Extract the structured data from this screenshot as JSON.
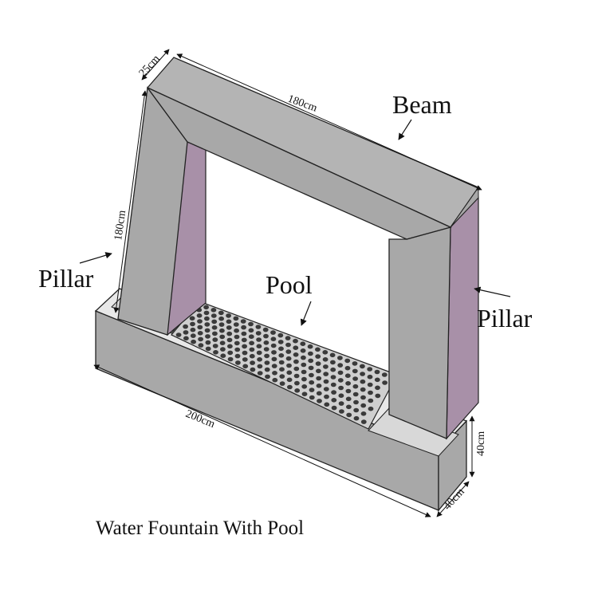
{
  "labels": {
    "beam": "Beam",
    "pool": "Pool",
    "pillar_left": "Pillar",
    "pillar_right": "Pillar"
  },
  "dimensions": {
    "beam_length": "180cm",
    "beam_depth": "25cm",
    "pillar_height": "180cm",
    "base_length": "200cm",
    "base_height": "40cm",
    "base_depth": "40cm"
  },
  "caption": "Water Fountain With Pool",
  "colors": {
    "face_gray": "#a8a8a8",
    "top_gray": "#b4b4b4",
    "inner_purple": "#a890a8",
    "outline": "#222222",
    "pool_top": "#cfcfcf",
    "holes": "#3a3a3a"
  }
}
